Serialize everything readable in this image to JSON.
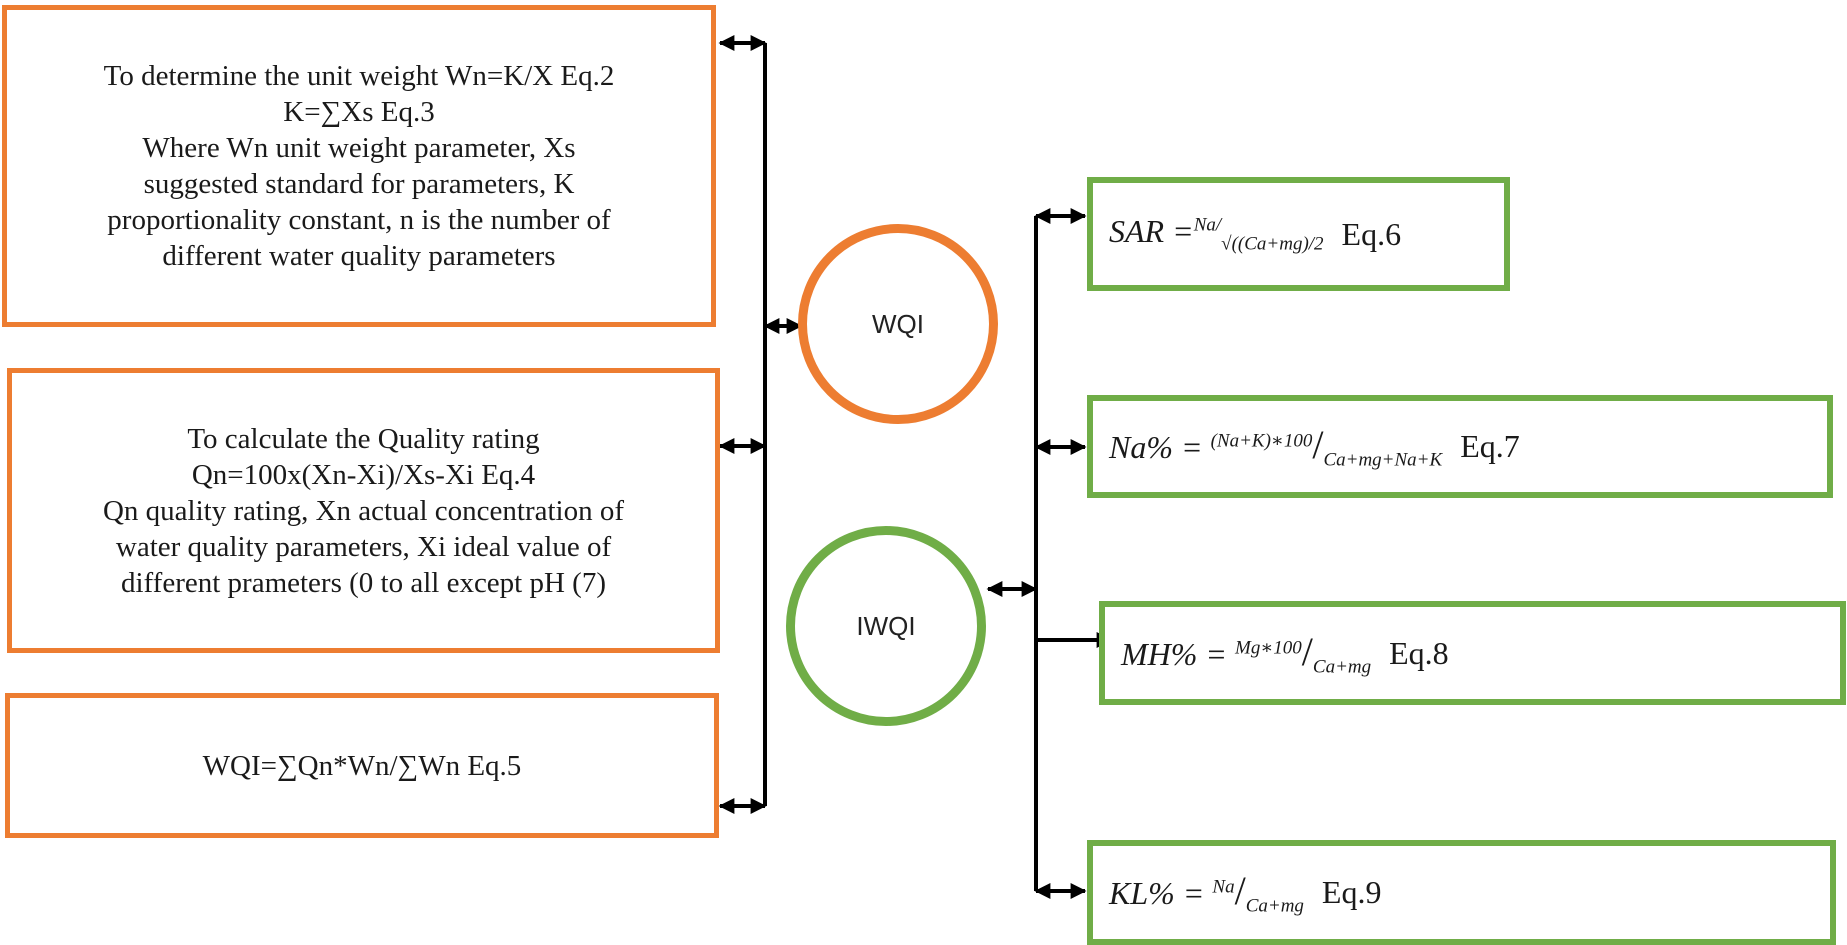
{
  "wqi_side": {
    "node_label": "WQI",
    "boxes": [
      {
        "lines": [
          "To determine the unit weight Wn=K/X Eq.2",
          "K=∑Xs  Eq.3",
          "Where Wn unit weight parameter, Xs",
          "suggested standard for parameters, K",
          "proportionality constant, n is the number of",
          "different water quality parameters"
        ]
      },
      {
        "lines": [
          "To calculate the Quality rating",
          "Qn=100x(Xn-Xi)/Xs-Xi  Eq.4",
          "Qn quality rating, Xn actual concentration of",
          "water quality parameters, Xi ideal value of",
          "different prameters (0 to all except pH (7)"
        ]
      },
      {
        "lines": [
          "WQI=∑Qn*Wn/∑Wn  Eq.5"
        ]
      }
    ]
  },
  "iwqi_side": {
    "node_label": "IWQI",
    "equations": [
      {
        "lhs": "SAR =",
        "numerator": "Na/",
        "denominator": "√((Ca+mg)/2",
        "eq": "Eq.6"
      },
      {
        "lhs": "Na% =",
        "numerator": "(Na+K)∗100",
        "denominator": "Ca+mg+Na+K",
        "eq": "Eq.7"
      },
      {
        "lhs": "MH% =",
        "numerator": "Mg∗100",
        "denominator": "Ca+mg",
        "eq": "Eq.8"
      },
      {
        "lhs": "KL% =",
        "numerator": "Na",
        "denominator": "Ca+mg",
        "eq": "Eq.9"
      }
    ]
  },
  "colors": {
    "wqi_accent": "#ED7D31",
    "iwqi_accent": "#70AD47",
    "connector": "#000000"
  }
}
